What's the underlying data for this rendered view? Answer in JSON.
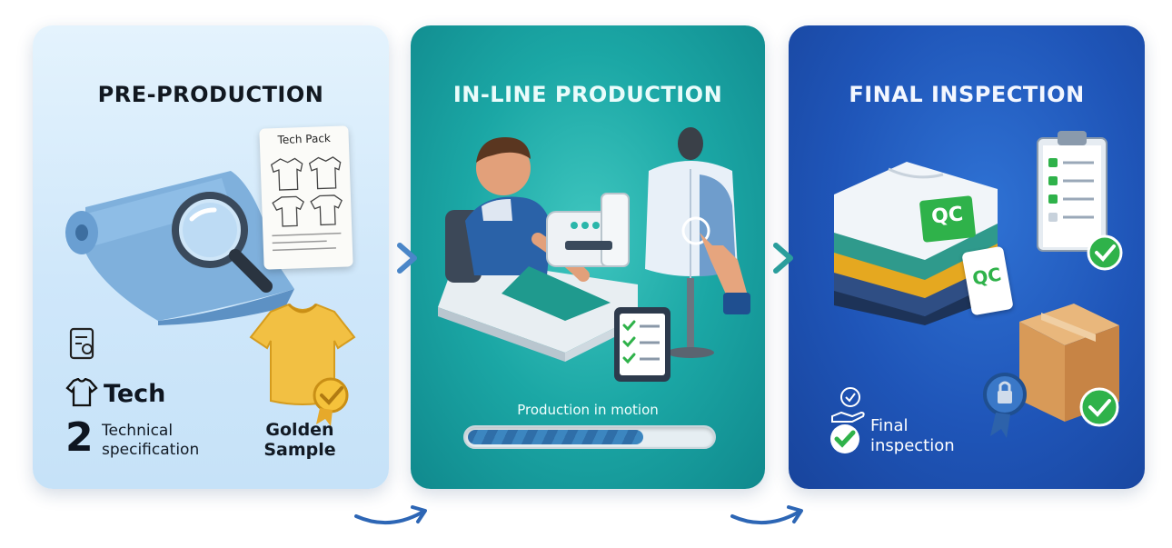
{
  "stages": [
    {
      "title": "PRE-PRODUCTION",
      "tech_pack_label": "Tech Pack",
      "legend_tech": "Tech",
      "legend_number": "2",
      "legend_spec_line1": "Technical",
      "legend_spec_line2": "specification",
      "golden_line1": "Golden",
      "golden_line2": "Sample"
    },
    {
      "title": "IN-LINE  PRODUCTION",
      "progress_label": "Production in motion",
      "progress_value": 0.72
    },
    {
      "title": "FINAL INSPECTION",
      "qc_badge": "QC",
      "qc_tag": "QC",
      "final_line1": "Final",
      "final_line2": "inspection"
    }
  ],
  "colors": {
    "pre_bg": "#d3eafb",
    "inline_bg": "#1ba7a5",
    "final_bg": "#1f55b8",
    "check_green": "#2fb24a",
    "arrow_blue": "#2d66b5"
  }
}
